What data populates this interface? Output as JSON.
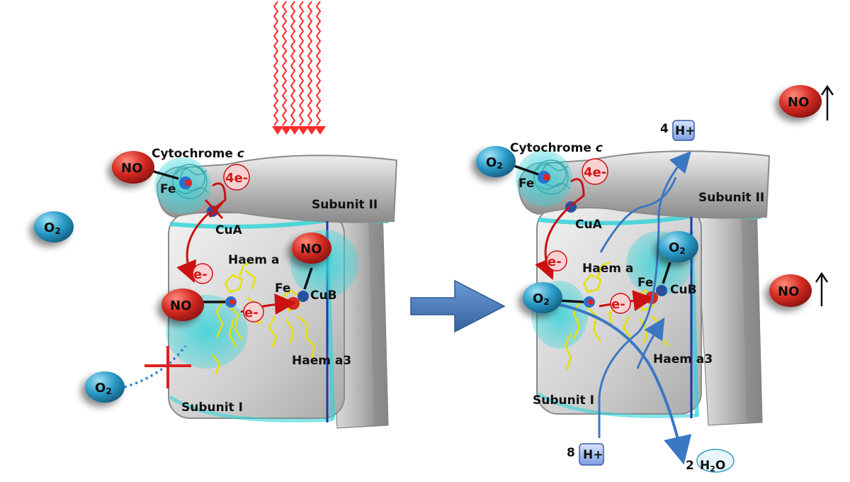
{
  "left_panel": {
    "cytochrome_label": "Cytochrome ",
    "cytochrome_italic": "c",
    "subunit_ii": "Subunit II",
    "subunit_i": "Subunit I",
    "haem_a": "Haem a",
    "haem_a3": "Haem a3",
    "fe_top": "Fe",
    "fe_mid": "Fe",
    "cua": "CuA",
    "cub": "CuB",
    "four_e": "4e-",
    "e1": "e-",
    "e2": "e-",
    "no1": "NO",
    "no2": "NO",
    "no3": "NO",
    "o2_free": "O",
    "o2_free_sub": "2",
    "o2_blocked": "O",
    "o2_blocked_sub": "2"
  },
  "right_panel": {
    "cytochrome_label": "Cytochrome ",
    "cytochrome_italic": "c",
    "subunit_ii": "Subunit II",
    "subunit_i": "Subunit I",
    "haem_a": "Haem a",
    "haem_a3": "Haem a3",
    "fe_top": "Fe",
    "fe_mid": "Fe",
    "cua": "CuA",
    "cub": "CuB",
    "four_e": "4e-",
    "e1": "e-",
    "e2": "e-",
    "o2_a": "O",
    "o2_a_sub": "2",
    "o2_b": "O",
    "o2_b_sub": "2",
    "o2_c": "O",
    "o2_c_sub": "2",
    "h_top_count": "4",
    "h_top": "H+",
    "h_bottom_count": "8",
    "h_bottom": "H+",
    "water_count": "2",
    "water": "H",
    "water_sub": "2",
    "water_o": "O",
    "no_out1": "NO",
    "no_out2": "NO"
  },
  "colors": {
    "no_red": "#d42a22",
    "o2_blue": "#2a9bc8",
    "electron_red": "#cc1111",
    "arrow_blue": "#3b78c4",
    "membrane_cyan": "#35d3d8",
    "haem_yellow": "#e6e000",
    "light_icon": "#ff2a2a"
  },
  "icons": [
    "light-wave-icon",
    "process-arrow-icon",
    "block-cross-icon",
    "up-arrow-icon"
  ]
}
